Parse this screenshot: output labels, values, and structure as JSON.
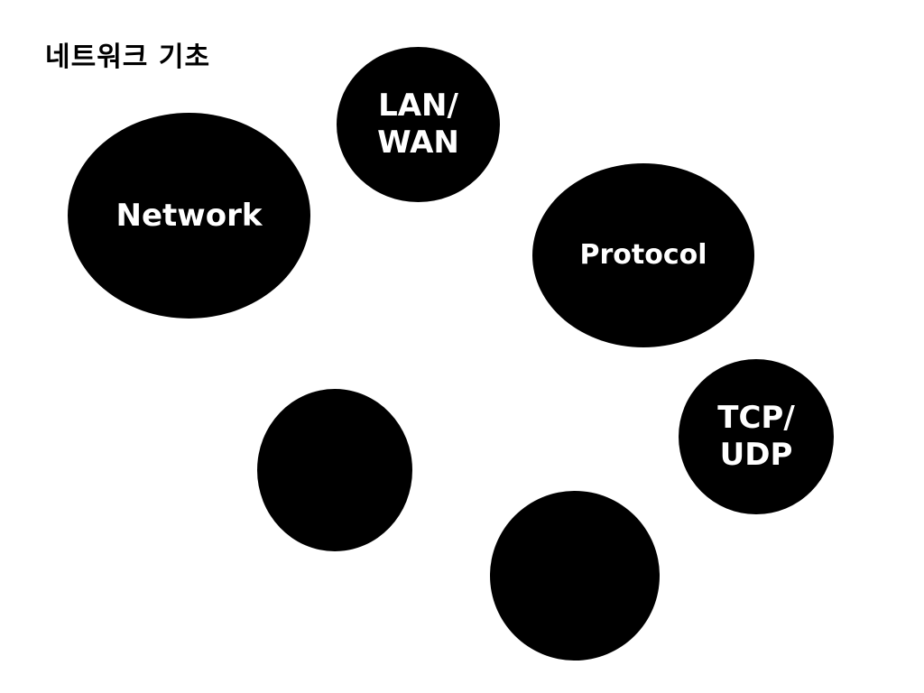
{
  "slide": {
    "title": "네트워크 기초"
  },
  "bubbles": {
    "network": {
      "label": "Network"
    },
    "lan_wan": {
      "label": "LAN/\nWAN"
    },
    "protocol": {
      "label": "Protocol"
    },
    "tcp_udp": {
      "label": "TCP/\nUDP"
    },
    "empty_1": {
      "label": ""
    },
    "empty_2": {
      "label": ""
    }
  },
  "colors": {
    "background": "#ffffff",
    "bubble_fill": "#000000",
    "bubble_text": "#ffffff",
    "title_text": "#000000"
  }
}
